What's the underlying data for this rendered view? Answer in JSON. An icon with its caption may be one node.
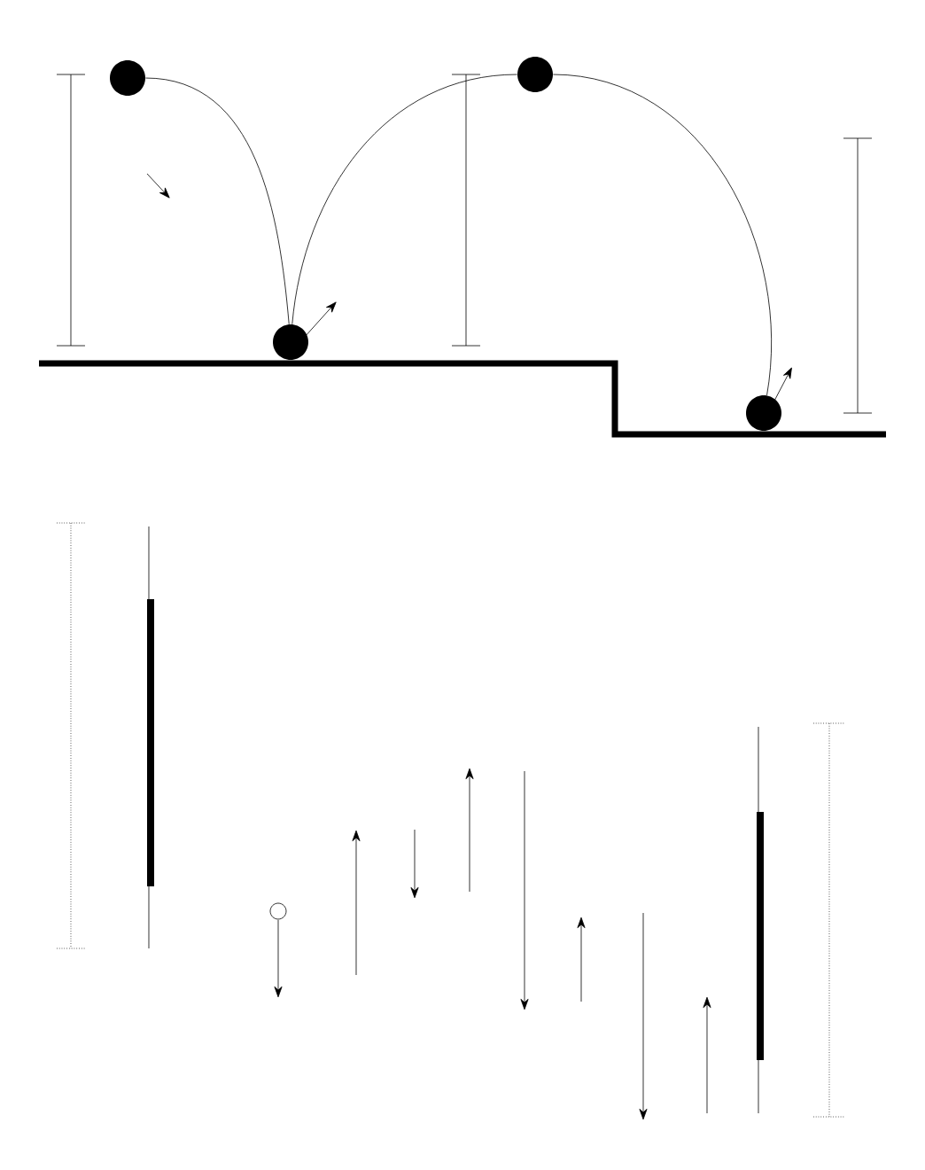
{
  "diagram": {
    "nodes": [
      {
        "text": [],
        "shape": "circle"
      },
      {
        "text": [],
        "shape": "circle"
      },
      {
        "text": [],
        "shape": "circle"
      },
      {
        "text": [],
        "shape": "circle"
      }
    ],
    "edges": [
      {
        "from": 0,
        "to": 1,
        "arrow": "none"
      },
      {
        "from": 1,
        "to": 2,
        "arrow": "none"
      },
      {
        "from": 2,
        "to": 3,
        "arrow": "none"
      }
    ]
  }
}
